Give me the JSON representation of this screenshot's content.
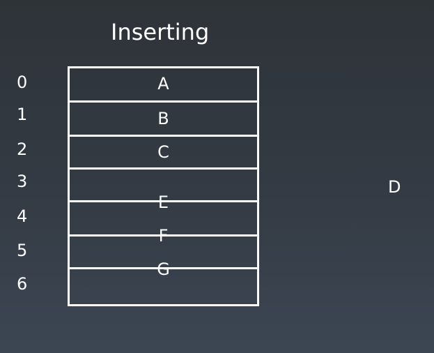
{
  "title": "Inserting",
  "indices": [
    "0",
    "1",
    "2",
    "3",
    "4",
    "5",
    "6"
  ],
  "cells": [
    "A",
    "B",
    "C",
    "",
    "E",
    "F",
    "G"
  ],
  "inserting_element": "D"
}
